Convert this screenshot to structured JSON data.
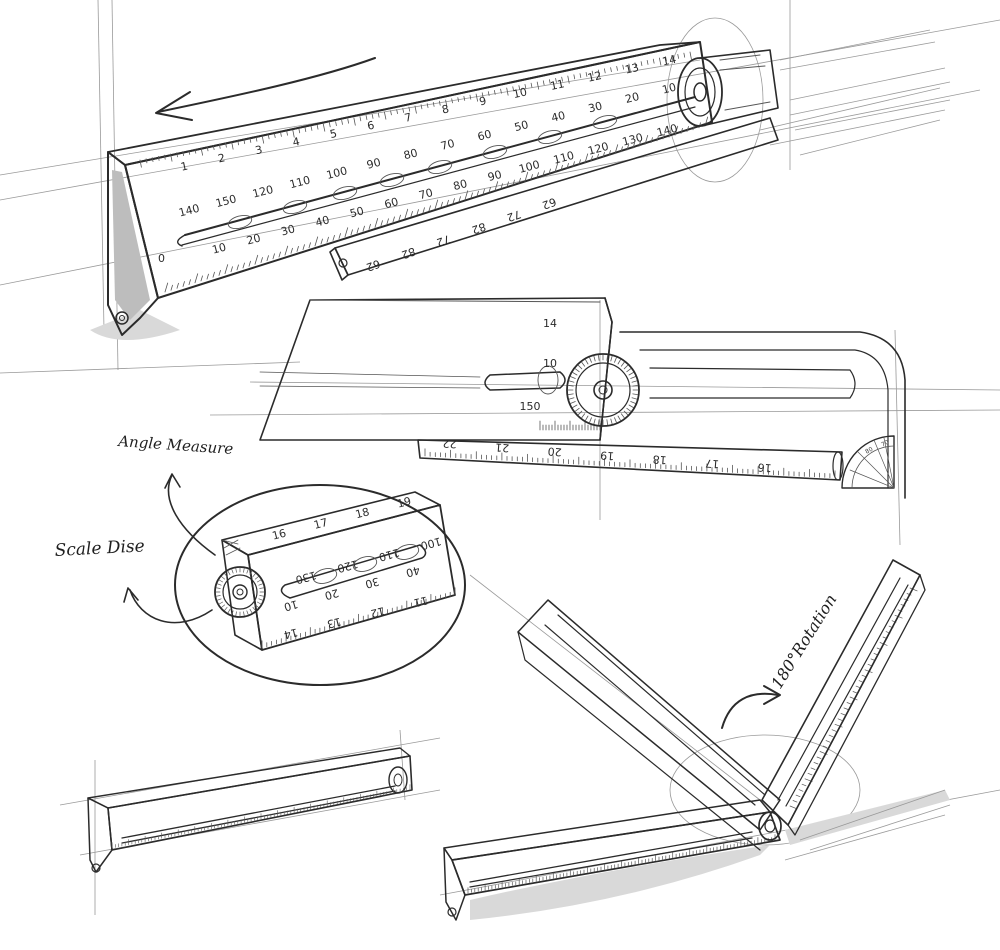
{
  "annotations": {
    "angle_measure": "Angle Measure",
    "scale_disc": "Scale Dise",
    "rotation": "180°Rotation"
  },
  "main_ruler": {
    "top_scale": [
      "1",
      "2",
      "3",
      "4",
      "5",
      "6",
      "7",
      "8",
      "9",
      "10",
      "11",
      "12",
      "13",
      "14"
    ],
    "slot_scale_upper": [
      "140",
      "150",
      "120",
      "110",
      "100",
      "90",
      "80",
      "70",
      "60",
      "50",
      "40",
      "30",
      "20",
      "10"
    ],
    "slot_scale_lower": [
      "10",
      "20",
      "30",
      "40",
      "50",
      "60",
      "70",
      "80",
      "90",
      "100",
      "110",
      "120",
      "130",
      "140"
    ],
    "bottom_edge": [
      "0"
    ],
    "lower_bar": [
      "62",
      "82",
      "72",
      "82",
      "72",
      "62"
    ]
  },
  "middle_ruler": {
    "arm_labels": [
      "14",
      "10",
      "150"
    ],
    "bottom_scale": [
      "22",
      "21",
      "20",
      "19",
      "18",
      "17",
      "16"
    ],
    "protractor": [
      "80",
      "70"
    ]
  },
  "zoom_detail": {
    "top_scale": [
      "16",
      "17",
      "18",
      "19"
    ],
    "slot_upper": [
      "130",
      "120",
      "110",
      "100"
    ],
    "slot_lower": [
      "10",
      "20",
      "30",
      "40"
    ],
    "bottom_scale": [
      "14",
      "13",
      "12",
      "11"
    ]
  },
  "colors": {
    "ink": "#2b2b2b",
    "guide": "#9a9a9a",
    "shade": "#d9d9d9"
  }
}
